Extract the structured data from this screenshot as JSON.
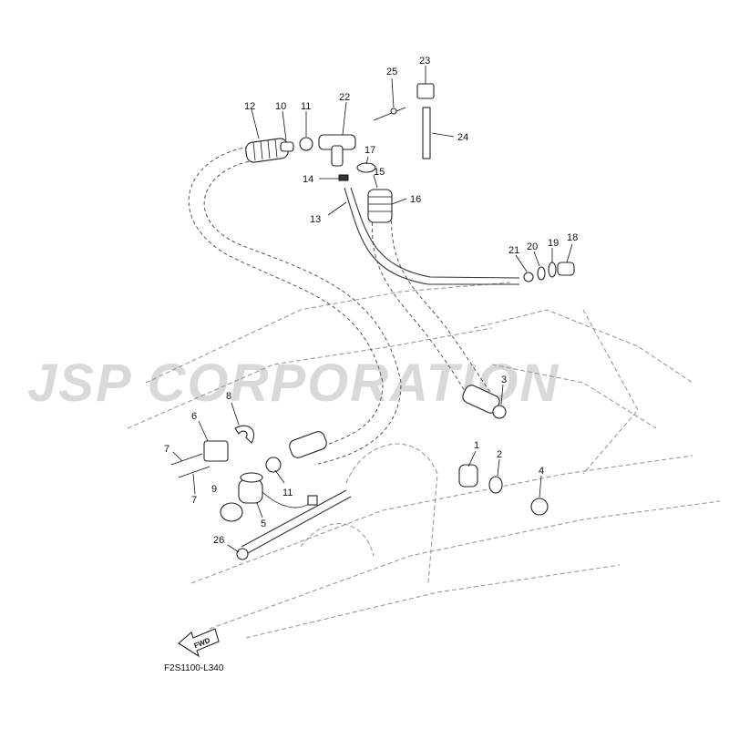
{
  "watermark": "JSP CORPORATION",
  "diagram_code": "F2S1100-L340",
  "fwd_label": "FWD",
  "callouts": [
    "1",
    "2",
    "3",
    "4",
    "5",
    "6",
    "7",
    "7",
    "8",
    "9",
    "10",
    "11",
    "11",
    "12",
    "13",
    "14",
    "15",
    "16",
    "17",
    "18",
    "19",
    "20",
    "21",
    "22",
    "23",
    "24",
    "25",
    "26"
  ]
}
